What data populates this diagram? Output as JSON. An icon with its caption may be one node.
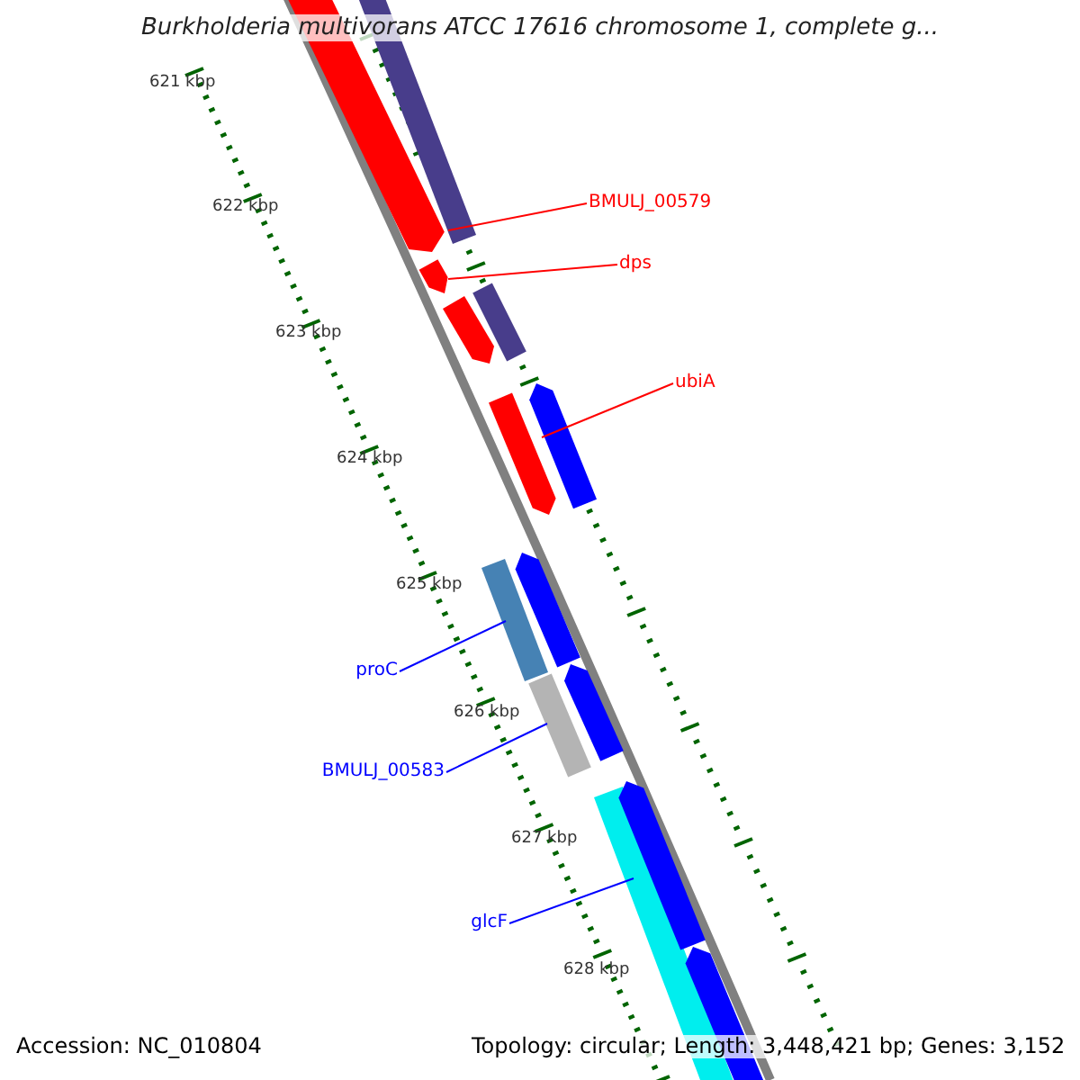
{
  "diagram": {
    "title": "Burkholderia multivorans ATCC 17616 chromosome 1, complete g...",
    "nodes": [
      {
        "text": [
          "BMULJ_00579"
        ]
      },
      {
        "text": [
          "dps"
        ]
      },
      {
        "text": [
          "ubiA"
        ]
      },
      {
        "text": [
          "proC"
        ]
      },
      {
        "text": [
          "BMULJ_00583"
        ]
      },
      {
        "text": [
          "glcF"
        ]
      },
      {
        "text": [],
        "shape": "arrow"
      },
      {
        "text": [],
        "shape": "arrow"
      },
      {
        "text": [],
        "shape": "arrow"
      },
      {
        "text": [],
        "shape": "arrow"
      },
      {
        "text": [],
        "shape": "arrow"
      },
      {
        "text": [],
        "shape": "arrow"
      },
      {
        "text": [],
        "shape": "bar"
      },
      {
        "text": [],
        "shape": "bar"
      },
      {
        "text": [],
        "shape": "arrow"
      },
      {
        "text": [],
        "shape": "arrow"
      },
      {
        "text": [],
        "shape": "arrow"
      },
      {
        "text": [],
        "shape": "arrow"
      },
      {
        "text": [],
        "shape": "arrow"
      },
      {
        "text": [],
        "shape": "arrow"
      }
    ],
    "edges": [
      {
        "from": 0,
        "to": 6,
        "arrow": "none",
        "color": "#ff0000"
      },
      {
        "from": 1,
        "to": 7,
        "arrow": "none",
        "color": "#ff0000"
      },
      {
        "from": 2,
        "to": 8,
        "arrow": "none",
        "color": "#ff0000"
      },
      {
        "from": 3,
        "to": 9,
        "arrow": "none",
        "color": "#0000ff"
      },
      {
        "from": 4,
        "to": 10,
        "arrow": "none",
        "color": "#0000ff"
      },
      {
        "from": 5,
        "to": 11,
        "arrow": "none",
        "color": "#0000ff"
      }
    ],
    "labels": [
      "621 kbp",
      "622 kbp",
      "623 kbp",
      "624 kbp",
      "625 kbp",
      "626 kbp",
      "627 kbp",
      "628 kbp",
      "Accession: NC_010804",
      "Topology: circular; Length: 3,448,421 bp; Genes: 3,152"
    ]
  }
}
